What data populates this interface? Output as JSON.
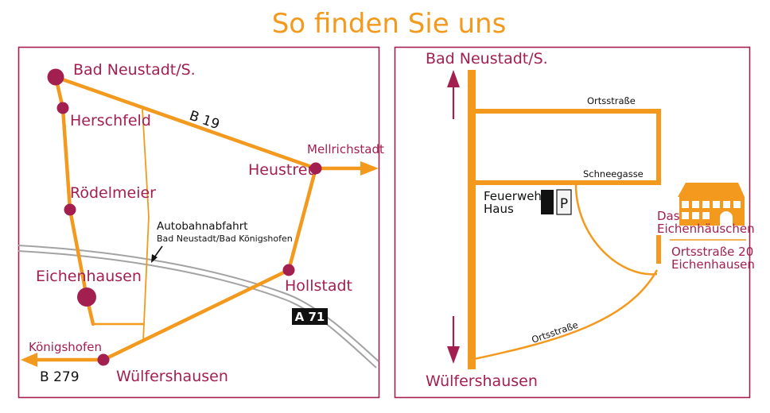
{
  "title": "So finden Sie uns",
  "colors": {
    "title_orange": "#f39a1e",
    "road_orange": "#f39a1e",
    "place_crimson": "#a31f4f",
    "border_crimson": "#a31f4f",
    "motorway_gray": "#9a9a9a"
  },
  "left_map": {
    "places": {
      "bad_neustadt": "Bad Neustadt/S.",
      "herschfeld": "Herschfeld",
      "roedelmeier": "Rödelmeier",
      "eichenhausen": "Eichenhausen",
      "heustreu": "Heustreu",
      "mellrichstadt": "Mellrichstadt",
      "hollstadt": "Hollstadt",
      "koenigshofen": "Königshofen",
      "wuelfershausen": "Wülfershausen"
    },
    "roads": {
      "b19": "B 19",
      "b279": "B 279",
      "a71": "A 71"
    },
    "exit_title": "Autobahnabfahrt",
    "exit_subtitle": "Bad Neustadt/Bad Königshofen"
  },
  "right_map": {
    "places": {
      "bad_neustadt": "Bad Neustadt/S.",
      "wuelfershausen": "Wülfershausen"
    },
    "streets": {
      "ortsstrasse_top": "Ortsstraße",
      "schneegasse": "Schneegasse",
      "ortsstrasse_bottom": "Ortsstraße"
    },
    "fire_station_line1": "Feuerwehr",
    "fire_station_line2": "Haus",
    "parking": "P",
    "venue_line1": "Das",
    "venue_line2": "Eichenhäuschen",
    "address_line1": "Ortsstraße 20",
    "address_line2": "Eichenhausen"
  }
}
